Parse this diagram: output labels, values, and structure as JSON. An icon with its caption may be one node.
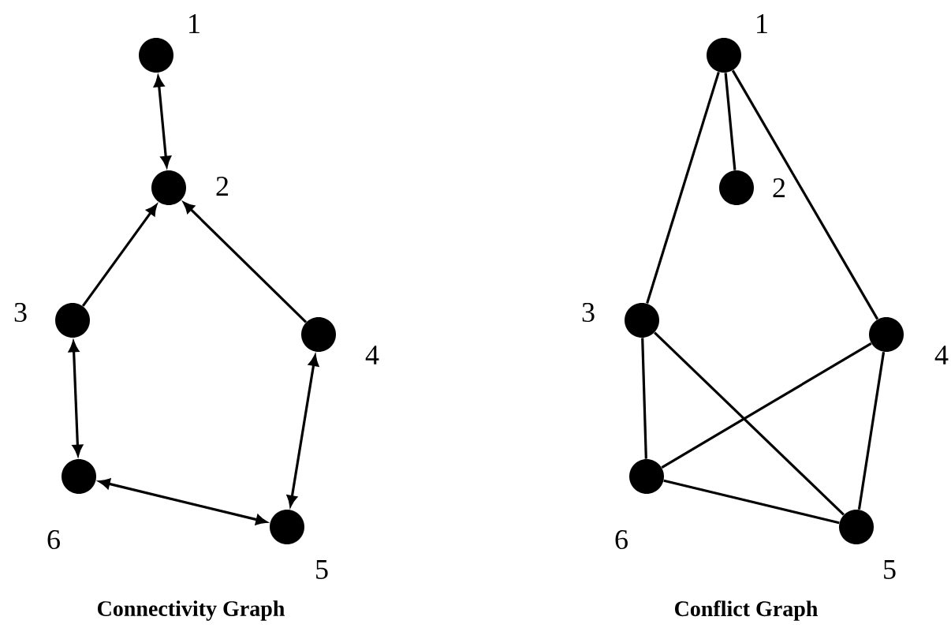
{
  "diagram": {
    "nodes": [
      {
        "text": [],
        "shape": "circle",
        "beside": [
          "1"
        ]
      },
      {
        "text": [],
        "shape": "circle",
        "beside": [
          "2"
        ]
      },
      {
        "text": [],
        "shape": "circle",
        "beside": [
          "3"
        ]
      },
      {
        "text": [],
        "shape": "circle",
        "beside": [
          "4"
        ]
      },
      {
        "text": [],
        "shape": "circle",
        "beside": [
          "5"
        ]
      },
      {
        "text": [],
        "shape": "circle",
        "beside": [
          "6"
        ]
      },
      {
        "text": [],
        "shape": "circle",
        "beside": [
          "1"
        ]
      },
      {
        "text": [],
        "shape": "circle",
        "beside": [
          "2"
        ]
      },
      {
        "text": [],
        "shape": "circle",
        "beside": [
          "3"
        ]
      },
      {
        "text": [],
        "shape": "circle",
        "beside": [
          "4"
        ]
      },
      {
        "text": [],
        "shape": "circle",
        "beside": [
          "5"
        ]
      },
      {
        "text": [],
        "shape": "circle",
        "beside": [
          "6"
        ]
      }
    ],
    "edges": [
      {
        "from": 0,
        "to": 1,
        "arrow": "both"
      },
      {
        "from": 2,
        "to": 1,
        "arrow": "to"
      },
      {
        "from": 3,
        "to": 1,
        "arrow": "to"
      },
      {
        "from": 2,
        "to": 5,
        "arrow": "both"
      },
      {
        "from": 3,
        "to": 4,
        "arrow": "both"
      },
      {
        "from": 5,
        "to": 4,
        "arrow": "both"
      },
      {
        "from": 6,
        "to": 7,
        "arrow": "none"
      },
      {
        "from": 6,
        "to": 8,
        "arrow": "none"
      },
      {
        "from": 6,
        "to": 9,
        "arrow": "none"
      },
      {
        "from": 8,
        "to": 11,
        "arrow": "none"
      },
      {
        "from": 8,
        "to": 10,
        "arrow": "none"
      },
      {
        "from": 9,
        "to": 11,
        "arrow": "none"
      },
      {
        "from": 9,
        "to": 10,
        "arrow": "none"
      },
      {
        "from": 11,
        "to": 10,
        "arrow": "none"
      }
    ],
    "labels": [
      "Connectivity Graph",
      "Conflict Graph"
    ]
  }
}
